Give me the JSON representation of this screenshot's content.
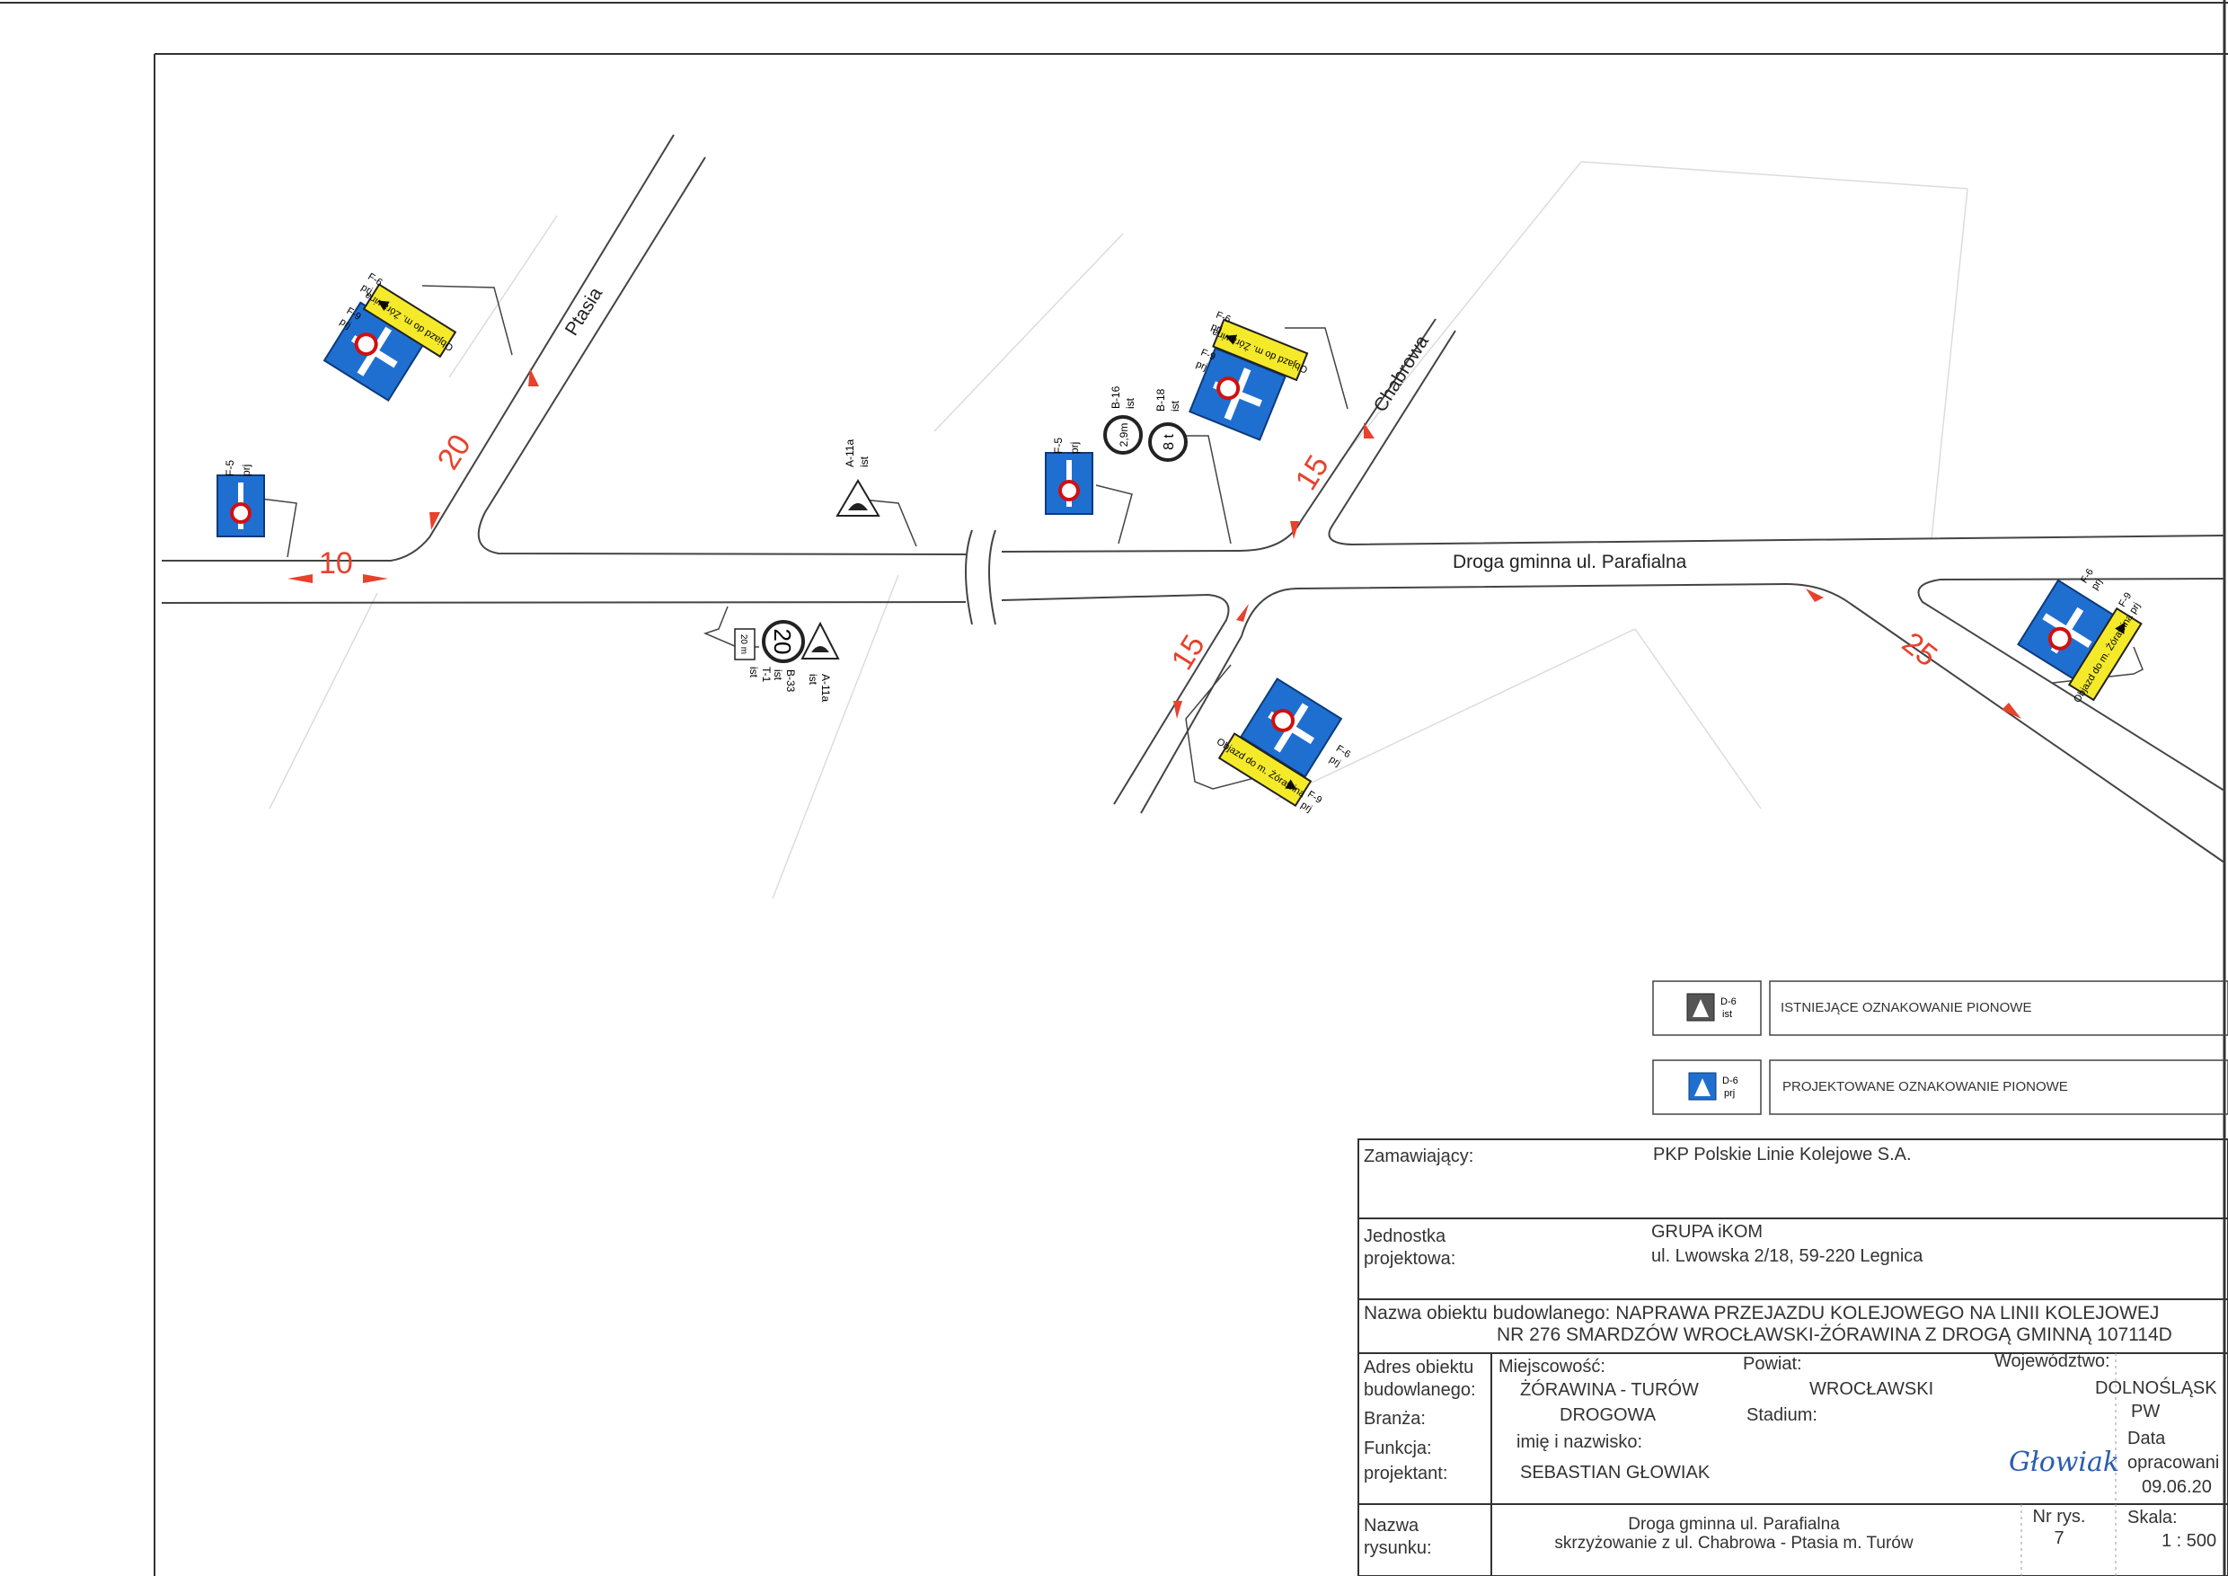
{
  "roads": {
    "main": "Droga gminna ul. Parafialna",
    "north_left": "Ptasia",
    "north_right": "Chabrowa"
  },
  "radii": [
    "20",
    "10",
    "15",
    "15",
    "25"
  ],
  "signs": {
    "f5_left": {
      "code": "F-5",
      "status": "prj"
    },
    "f6_left": {
      "code1": "F-6",
      "status1": "prj",
      "code2": "F-9",
      "status2": "prj",
      "plate": "Objazd do m. Żórawina"
    },
    "a11a_north": {
      "code": "A-11a",
      "status": "ist"
    },
    "a11a_south": {
      "code": "A-11a",
      "status": "ist",
      "b33": "B-33",
      "b33_status": "ist",
      "t1": "T-1",
      "t1_status": "ist",
      "limit": "20",
      "plate": "20 m"
    },
    "f5_mid": {
      "code": "F-5",
      "status": "prj"
    },
    "b16": {
      "code": "B-16",
      "status": "ist",
      "value": "2,9m"
    },
    "b18": {
      "code": "B-18",
      "status": "ist",
      "value": "8 t"
    },
    "f6_chabrowa": {
      "code1": "F-6",
      "status1": "prj",
      "code2": "F-9",
      "status2": "prj",
      "plate": "Objazd do m. Żórawina"
    },
    "f6_south": {
      "code1": "F-6",
      "status1": "prj",
      "code2": "F-9",
      "status2": "prj",
      "plate": "Objazd do m. Żórawina"
    },
    "f6_east": {
      "code1": "F-6",
      "status1": "prj",
      "code2": "F-9",
      "status2": "prj",
      "plate": "Objazd do m. Żórawina"
    }
  },
  "legend": {
    "existing": {
      "code": "D-6",
      "status": "ist",
      "text": "ISTNIEJĄCE OZNAKOWANIE PIONOWE"
    },
    "projected": {
      "code": "D-6",
      "status": "prj",
      "text": "PROJEKTOWANE OZNAKOWANIE PIONOWE"
    }
  },
  "title_block": {
    "zamawiajacy_label": "Zamawiający:",
    "zamawiajacy_value": "PKP Polskie Linie Kolejowe S.A.",
    "jednostka_label_1": "Jednostka",
    "jednostka_label_2": "projektowa:",
    "jednostka_value_1": "GRUPA iKOM",
    "jednostka_value_2": "ul. Lwowska 2/18, 59-220 Legnica",
    "nazwa_obiektu_label": "Nazwa obiektu budowlanego:",
    "nazwa_obiektu_value_1": "NAPRAWA PRZEJAZDU KOLEJOWEGO NA LINII KOLEJOWEJ",
    "nazwa_obiektu_value_2": "NR 276 SMARDZÓW WROCŁAWSKI-ŻÓRAWINA  Z DROGĄ GMINNĄ 107114D",
    "adres_label_1": "Adres obiektu",
    "adres_label_2": "budowlanego:",
    "miejscowosc_label": "Miejscowość:",
    "miejscowosc_value": "ŻÓRAWINA - TURÓW",
    "powiat_label": "Powiat:",
    "powiat_value": "WROCŁAWSKI",
    "wojewodztwo_label": "Województwo:",
    "wojewodztwo_value": "DOLNOŚLĄSK",
    "branza_label": "Branża:",
    "branza_value": "DROGOWA",
    "stadium_label": "Stadium:",
    "stadium_value": "PW",
    "funkcja_label": "Funkcja:",
    "imie_label": "imię i nazwisko:",
    "projektant_label": "projektant:",
    "projektant_value": "SEBASTIAN GŁOWIAK",
    "signature": "Głowiak",
    "data_label_1": "Data",
    "data_label_2": "opracowani",
    "data_value": "09.06.20",
    "nazwa_rys_label_1": "Nazwa",
    "nazwa_rys_label_2": "rysunku:",
    "nazwa_rys_value_1": "Droga gminna ul. Parafialna",
    "nazwa_rys_value_2": "skrzyżowanie z ul. Chabrowa - Ptasia m. Turów",
    "nr_rys_label": "Nr rys.",
    "nr_rys_value": "7",
    "skala_label": "Skala:",
    "skala_value": "1 : 500"
  },
  "colors": {
    "sign_blue": "#1f6fd1",
    "plate_yellow": "#f4ea2a",
    "radius_red": "#e8412c",
    "line": "#444444"
  }
}
